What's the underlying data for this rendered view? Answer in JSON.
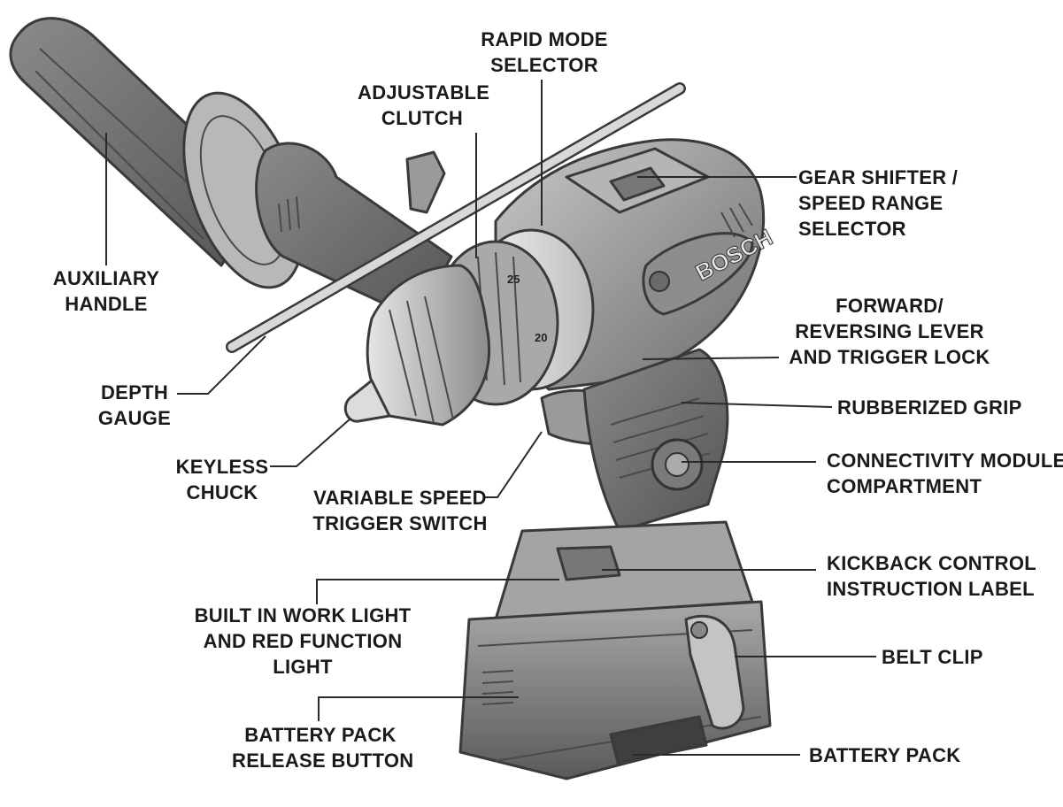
{
  "brand": "BOSCH",
  "clutch_numbers": [
    "25",
    "20"
  ],
  "labels": {
    "rapid_mode": [
      "RAPID MODE",
      "SELECTOR"
    ],
    "adjustable_clutch": [
      "ADJUSTABLE",
      "CLUTCH"
    ],
    "gear_shifter": [
      "GEAR SHIFTER /",
      "SPEED RANGE",
      "SELECTOR"
    ],
    "auxiliary_handle": [
      "AUXILIARY",
      "HANDLE"
    ],
    "forward_reversing": [
      "FORWARD/",
      "REVERSING LEVER",
      "AND TRIGGER LOCK"
    ],
    "depth_gauge": [
      "DEPTH",
      "GAUGE"
    ],
    "rubberized_grip": [
      "RUBBERIZED GRIP"
    ],
    "keyless_chuck": [
      "KEYLESS",
      "CHUCK"
    ],
    "variable_speed": [
      "VARIABLE SPEED",
      "TRIGGER SWITCH"
    ],
    "connectivity": [
      "CONNECTIVITY MODULE",
      "COMPARTMENT"
    ],
    "kickback": [
      "KICKBACK CONTROL",
      "INSTRUCTION LABEL"
    ],
    "work_light": [
      "BUILT IN WORK LIGHT",
      "AND RED FUNCTION",
      "LIGHT"
    ],
    "belt_clip": [
      "BELT CLIP"
    ],
    "battery_release": [
      "BATTERY PACK",
      "RELEASE BUTTON"
    ],
    "battery_pack": [
      "BATTERY PACK"
    ]
  }
}
